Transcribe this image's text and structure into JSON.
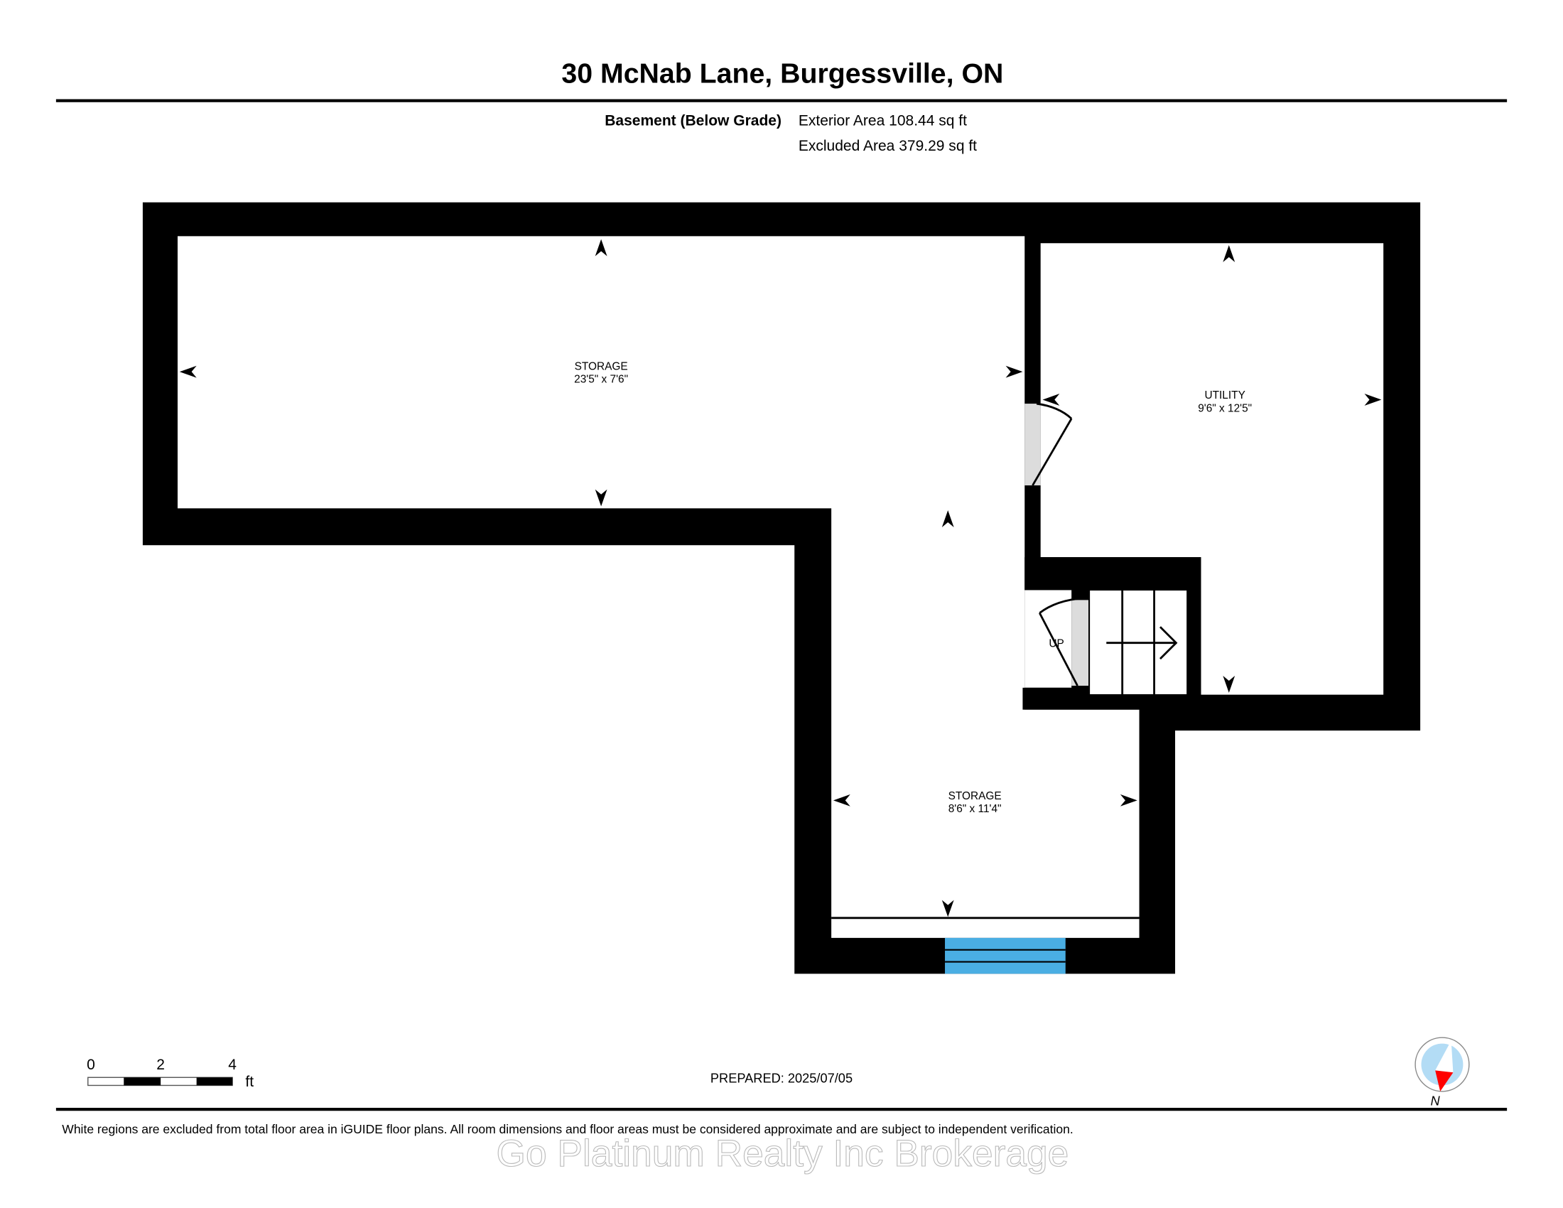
{
  "header": {
    "title": "30 McNab Lane, Burgessville, ON",
    "floor_label": "Basement (Below Grade)",
    "exterior_area": "Exterior Area 108.44 sq ft",
    "excluded_area": "Excluded Area 379.29 sq ft"
  },
  "rooms": [
    {
      "name": "STORAGE",
      "dims": "23'5\" x 7'6\""
    },
    {
      "name": "UTILITY",
      "dims": "9'6\" x 12'5\""
    },
    {
      "name": "STORAGE",
      "dims": "8'6\" x 11'4\""
    }
  ],
  "stairs_label": "UP",
  "scale_bar": {
    "ticks": [
      "0",
      "2",
      "4"
    ],
    "unit": "ft"
  },
  "prepared": "PREPARED: 2025/07/05",
  "compass_label": "N",
  "footer_note": "White regions are excluded from total floor area in iGUIDE floor plans. All room dimensions and floor areas must be considered approximate and are subject to independent verification.",
  "watermark": "Go Platinum Realty Inc Brokerage",
  "colors": {
    "wall": "#000000",
    "window": "#4aaee3",
    "door": "#dcdcdc",
    "compass_face": "#b3dcf5",
    "compass_needle": "#ff0000"
  }
}
